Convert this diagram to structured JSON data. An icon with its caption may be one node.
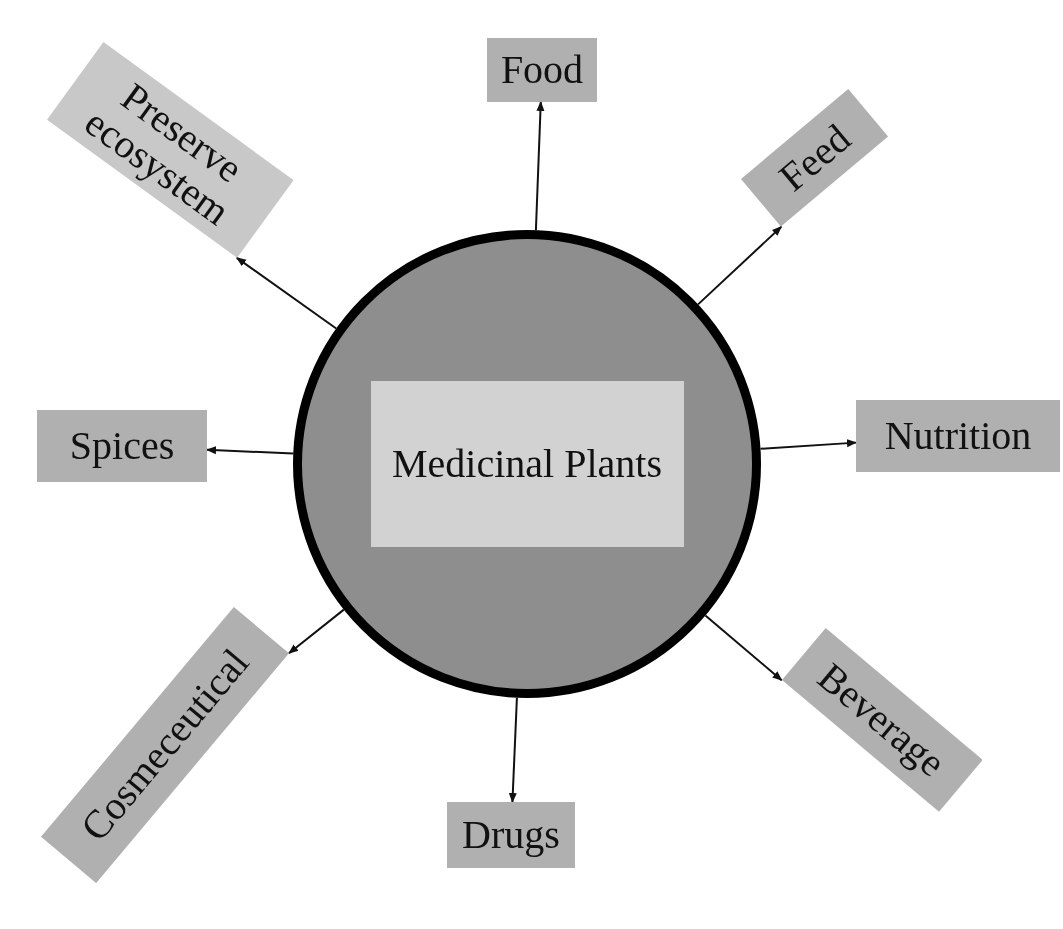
{
  "diagram": {
    "nodes": [
      {
        "text": [],
        "shape": "circle"
      },
      {
        "text": [
          "Medicinal Plants"
        ],
        "in": 0
      },
      {
        "text": [
          "Food"
        ]
      },
      {
        "text": [
          "Preserve ecosystem"
        ]
      },
      {
        "text": [
          "Feed"
        ]
      },
      {
        "text": [
          "Spices"
        ]
      },
      {
        "text": [
          "Nutrition"
        ]
      },
      {
        "text": [
          "Cosmeceutical"
        ]
      },
      {
        "text": [
          "Beverage"
        ]
      },
      {
        "text": [
          "Drugs"
        ]
      }
    ],
    "edges": [
      {
        "from": 0,
        "to": 2,
        "arrow": "to"
      },
      {
        "from": 0,
        "to": 3,
        "arrow": "to"
      },
      {
        "from": 0,
        "to": 4,
        "arrow": "to"
      },
      {
        "from": 0,
        "to": 5,
        "arrow": "to"
      },
      {
        "from": 0,
        "to": 6,
        "arrow": "to"
      },
      {
        "from": 0,
        "to": 7,
        "arrow": "to"
      },
      {
        "from": 0,
        "to": 8,
        "arrow": "to"
      },
      {
        "from": 0,
        "to": 9,
        "arrow": "to"
      }
    ]
  }
}
